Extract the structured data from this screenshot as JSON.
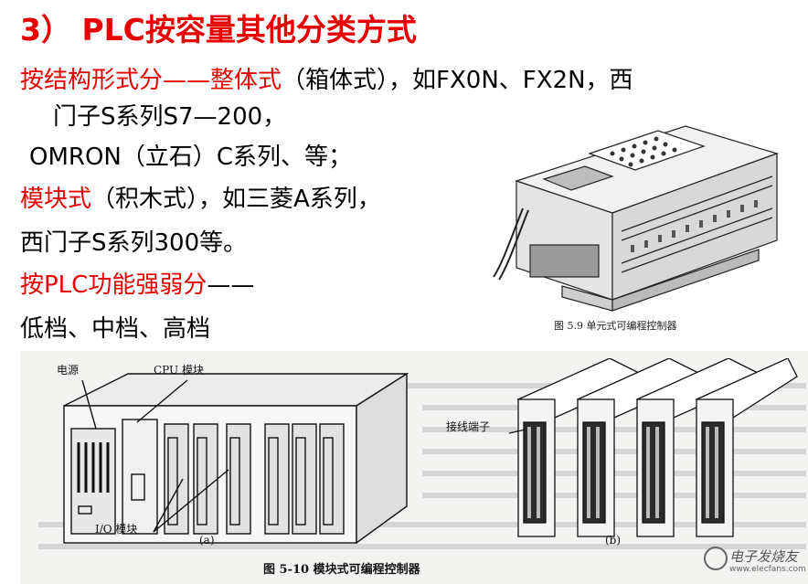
{
  "title": "3） PLC按容量其他分类方式",
  "lines": {
    "l1_red": "按结构形式分——",
    "l1_red2": "整体式",
    "l1_rest": "（箱体式），如FX0N、FX2N，西",
    "l2": "门子S系列S7—200，",
    "l3": "OMRON（立石）C系列、等；",
    "l4_red": "模块式",
    "l4_rest": "（积木式），如三菱A系列，",
    "l5": "西门子S系列300等。",
    "l6_red": "按PLC功能强弱分",
    "l6_rest": "——",
    "l7": "低档、中档、高档"
  },
  "figure_top": {
    "caption": "图 5.9   单元式可编程控制器"
  },
  "figure_bottom": {
    "label_power": "电源",
    "label_cpu": "CPU 模块",
    "label_io": "I/O 模块",
    "label_a": "(a)",
    "label_terminal": "接线端子",
    "label_b": "(b)",
    "caption": "图 5-10   模块式可编程控制器"
  },
  "watermark": {
    "text": "电子发烧友",
    "url": "www.elecfans.com"
  }
}
